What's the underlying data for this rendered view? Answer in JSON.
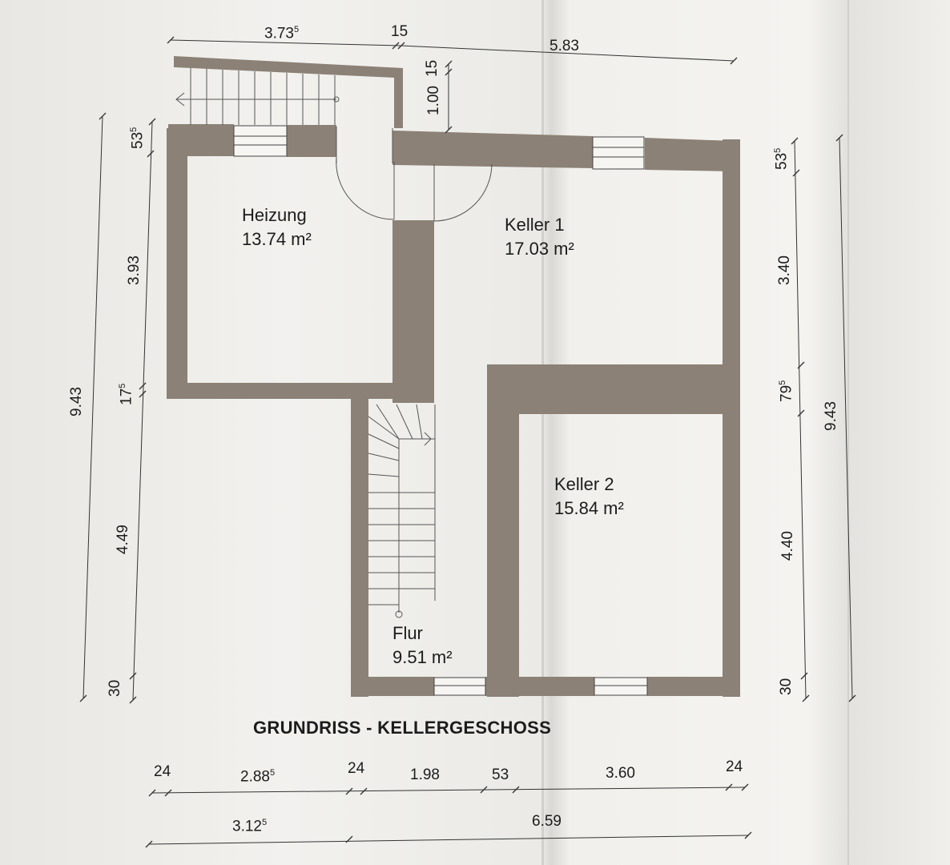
{
  "title": "GRUNDRISS - KELLERGESCHOSS",
  "rooms": {
    "heizung": {
      "name": "Heizung",
      "area": "13.74 m²"
    },
    "keller1": {
      "name": "Keller 1",
      "area": "17.03 m²"
    },
    "keller2": {
      "name": "Keller 2",
      "area": "15.84 m²"
    },
    "flur": {
      "name": "Flur",
      "area": "9.51 m²"
    }
  },
  "dims_top": {
    "a": "3.73",
    "a_sup": "5",
    "b": "15",
    "c": "5.83",
    "d": "1.00",
    "e": "15"
  },
  "dims_left": {
    "total": "9.43",
    "s1": "53",
    "s1_sup": "5",
    "s2": "3.93",
    "s3": "17",
    "s3_sup": "5",
    "s4": "4.49",
    "s5": "30"
  },
  "dims_right": {
    "total": "9.43",
    "s1": "53",
    "s1_sup": "5",
    "s2": "3.40",
    "s3": "79",
    "s3_sup": "5",
    "s4": "4.40",
    "s5": "30"
  },
  "dims_bottom_row1": {
    "a": "24",
    "b": "2.88",
    "b_sup": "5",
    "c": "24",
    "d": "1.98",
    "e": "53",
    "f": "3.60",
    "g": "24"
  },
  "dims_bottom_row2": {
    "a": "3.12",
    "a_sup": "5",
    "b": "6.59"
  }
}
